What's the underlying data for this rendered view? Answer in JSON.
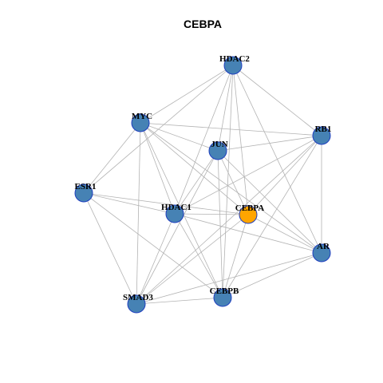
{
  "title": "CEBPA",
  "colors": {
    "node_default": "#4682B4",
    "node_focus": "#FFA500",
    "node_border": "#1f3fbf",
    "edge": "#b3b3b3"
  },
  "nodes": [
    {
      "id": "HDAC2",
      "label": "HDAC2",
      "focus": false
    },
    {
      "id": "MYC",
      "label": "MYC",
      "focus": false
    },
    {
      "id": "RB1",
      "label": "RB1",
      "focus": false
    },
    {
      "id": "JUN",
      "label": "JUN",
      "focus": false
    },
    {
      "id": "ESR1",
      "label": "ESR1",
      "focus": false
    },
    {
      "id": "HDAC1",
      "label": "HDAC1",
      "focus": false
    },
    {
      "id": "CEBPA",
      "label": "CEBPA",
      "focus": true
    },
    {
      "id": "AR",
      "label": "AR",
      "focus": false
    },
    {
      "id": "SMAD3",
      "label": "SMAD3",
      "focus": false
    },
    {
      "id": "CEBPB",
      "label": "CEBPB",
      "focus": false
    }
  ],
  "edges": [
    [
      "HDAC2",
      "MYC"
    ],
    [
      "HDAC2",
      "RB1"
    ],
    [
      "HDAC2",
      "JUN"
    ],
    [
      "HDAC2",
      "ESR1"
    ],
    [
      "HDAC2",
      "HDAC1"
    ],
    [
      "HDAC2",
      "CEBPA"
    ],
    [
      "HDAC2",
      "AR"
    ],
    [
      "HDAC2",
      "CEBPB"
    ],
    [
      "MYC",
      "RB1"
    ],
    [
      "MYC",
      "JUN"
    ],
    [
      "MYC",
      "ESR1"
    ],
    [
      "MYC",
      "HDAC1"
    ],
    [
      "MYC",
      "CEBPA"
    ],
    [
      "MYC",
      "AR"
    ],
    [
      "MYC",
      "SMAD3"
    ],
    [
      "MYC",
      "CEBPB"
    ],
    [
      "RB1",
      "JUN"
    ],
    [
      "RB1",
      "HDAC1"
    ],
    [
      "RB1",
      "CEBPA"
    ],
    [
      "RB1",
      "AR"
    ],
    [
      "RB1",
      "CEBPB"
    ],
    [
      "RB1",
      "SMAD3"
    ],
    [
      "JUN",
      "HDAC1"
    ],
    [
      "JUN",
      "CEBPA"
    ],
    [
      "JUN",
      "AR"
    ],
    [
      "JUN",
      "SMAD3"
    ],
    [
      "JUN",
      "CEBPB"
    ],
    [
      "ESR1",
      "HDAC1"
    ],
    [
      "ESR1",
      "CEBPA"
    ],
    [
      "ESR1",
      "SMAD3"
    ],
    [
      "ESR1",
      "CEBPB"
    ],
    [
      "HDAC1",
      "CEBPA"
    ],
    [
      "HDAC1",
      "AR"
    ],
    [
      "HDAC1",
      "SMAD3"
    ],
    [
      "HDAC1",
      "CEBPB"
    ],
    [
      "CEBPA",
      "AR"
    ],
    [
      "CEBPA",
      "SMAD3"
    ],
    [
      "CEBPA",
      "CEBPB"
    ],
    [
      "AR",
      "SMAD3"
    ],
    [
      "AR",
      "CEBPB"
    ],
    [
      "SMAD3",
      "CEBPB"
    ]
  ]
}
